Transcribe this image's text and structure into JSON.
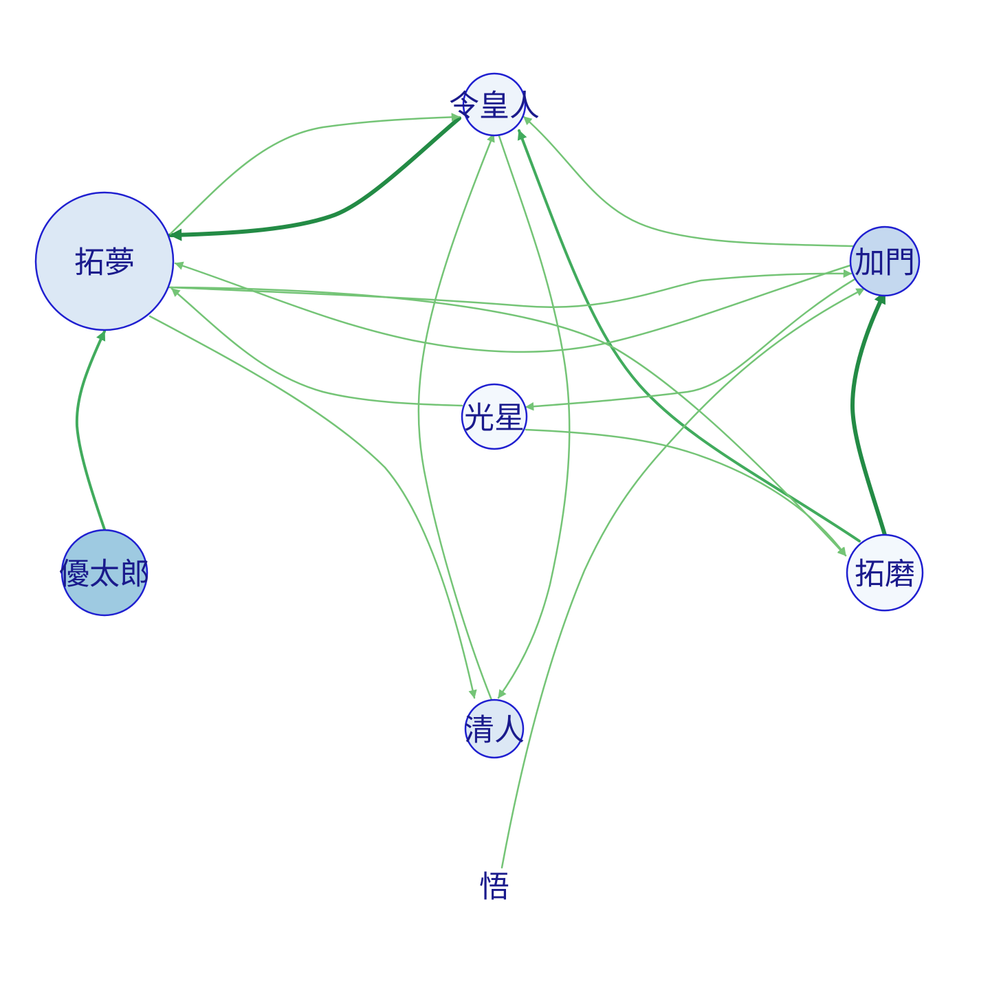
{
  "nodes": [
    {
      "id": "reiouto",
      "label": "令皇人",
      "fill": "#eef4fb"
    },
    {
      "id": "takumu",
      "label": "拓夢",
      "fill": "#dce8f5"
    },
    {
      "id": "kamon",
      "label": "加門",
      "fill": "#c4d8ef"
    },
    {
      "id": "kousei",
      "label": "光星",
      "fill": "#f3f8fd"
    },
    {
      "id": "yutaro",
      "label": "優太郎",
      "fill": "#9ecae1"
    },
    {
      "id": "takuma",
      "label": "拓磨",
      "fill": "#f3f8fd"
    },
    {
      "id": "kiyoto",
      "label": "清人",
      "fill": "#dce8f5"
    },
    {
      "id": "satoru",
      "label": "悟",
      "fill": "none"
    }
  ],
  "edges": [
    {
      "from": "reiouto",
      "to": "takumu",
      "weight": "strong"
    },
    {
      "from": "takumu",
      "to": "reiouto",
      "weight": "light"
    },
    {
      "from": "kamon",
      "to": "reiouto",
      "weight": "light"
    },
    {
      "from": "takuma",
      "to": "reiouto",
      "weight": "medium"
    },
    {
      "from": "kiyoto",
      "to": "reiouto",
      "weight": "light"
    },
    {
      "from": "reiouto",
      "to": "kiyoto",
      "weight": "light"
    },
    {
      "from": "yutaro",
      "to": "takumu",
      "weight": "medium"
    },
    {
      "from": "kamon",
      "to": "takumu",
      "weight": "light"
    },
    {
      "from": "kousei",
      "to": "takumu",
      "weight": "light"
    },
    {
      "from": "takumu",
      "to": "kamon",
      "weight": "light"
    },
    {
      "from": "takumu",
      "to": "takuma",
      "weight": "light"
    },
    {
      "from": "takumu",
      "to": "kiyoto",
      "weight": "light"
    },
    {
      "from": "kamon",
      "to": "kousei",
      "weight": "light"
    },
    {
      "from": "kousei",
      "to": "takuma",
      "weight": "light"
    },
    {
      "from": "takuma",
      "to": "kamon",
      "weight": "strong"
    },
    {
      "from": "satoru",
      "to": "kamon",
      "weight": "light"
    }
  ],
  "colors": {
    "node_stroke": "#1f1fd0",
    "label": "#1a1a8c",
    "edge_light": "#74c476",
    "edge_medium": "#41ab5d",
    "edge_strong": "#238b45"
  }
}
